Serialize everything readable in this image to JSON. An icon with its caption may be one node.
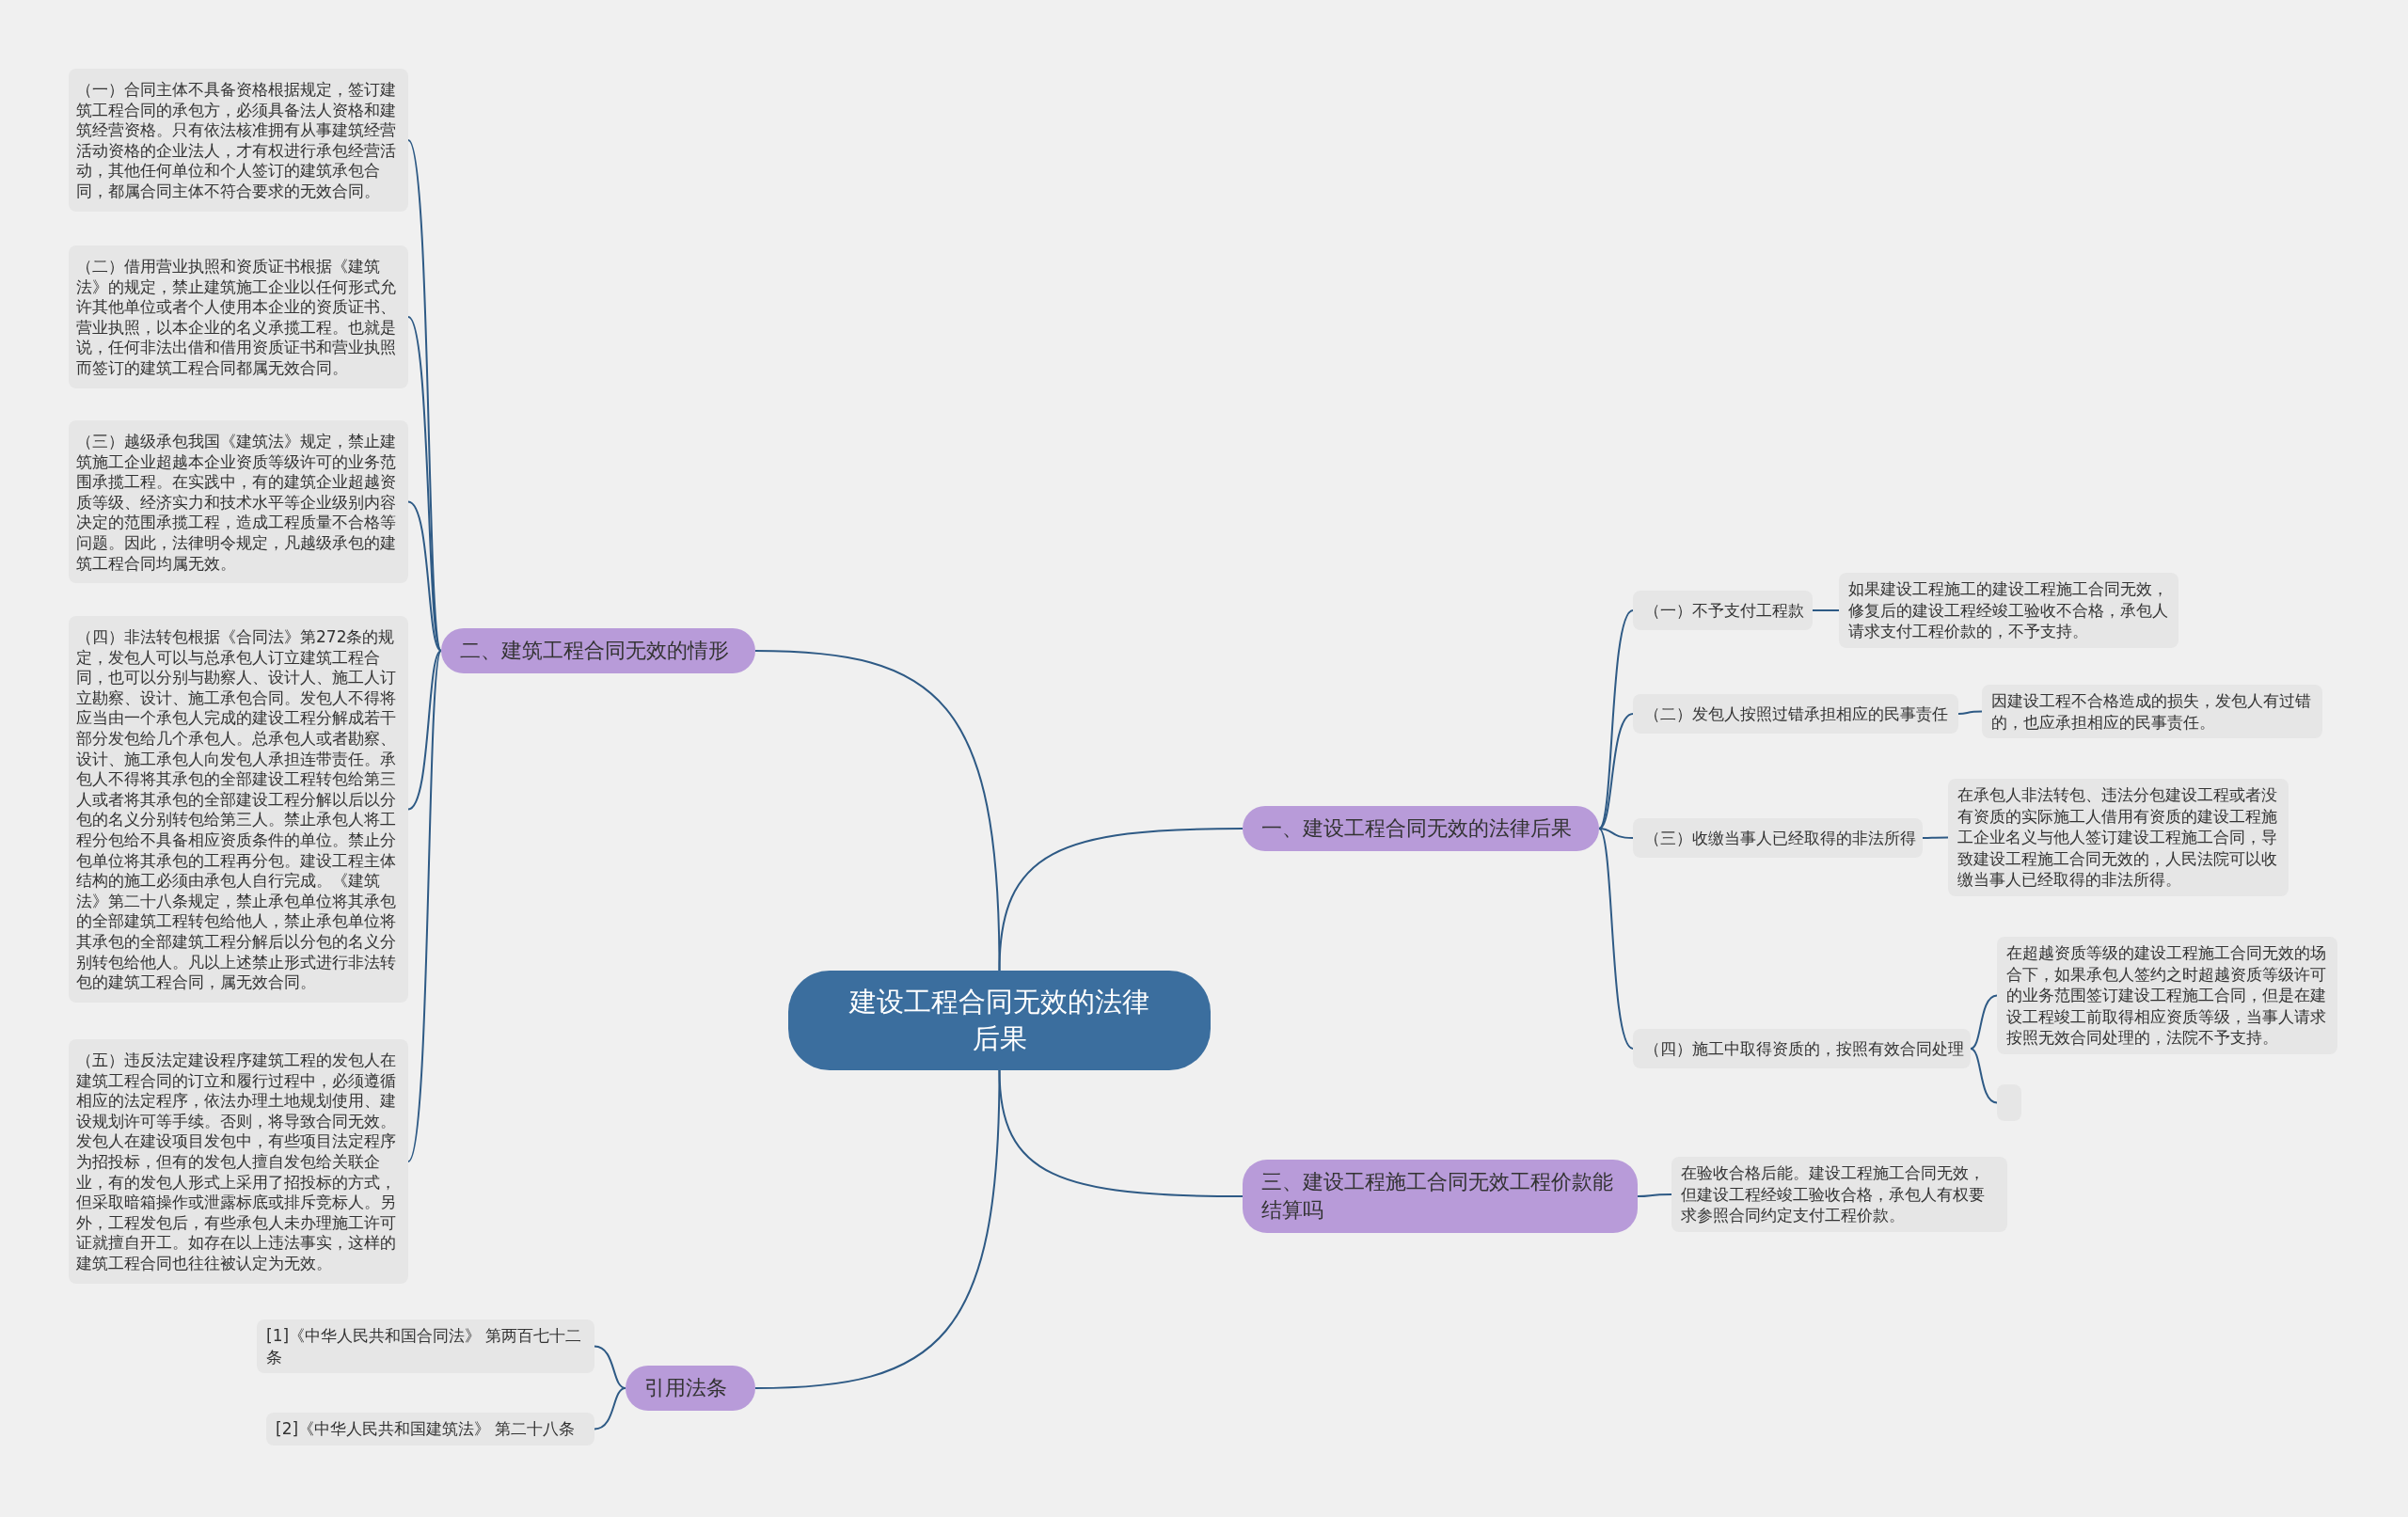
{
  "diagram": {
    "nodes": [
      {
        "text": [
          "建设工程合同无效的法律后果"
        ]
      },
      {
        "text": [
          "一、建设工程合同无效的法律后果"
        ]
      },
      {
        "text": [
          "（一）不予支付工程款"
        ]
      },
      {
        "text": [
          "如果建设工程施工的建设工程施工合同无效，修复后的建设工程经竣工验收不合格，承包人请求支付工程价款的，不予支持。"
        ]
      },
      {
        "text": [
          "（二）发包人按照过错承担相应的民事责任"
        ]
      },
      {
        "text": [
          "因建设工程不合格造成的损失，发包人有过错的，也应承担相应的民事责任。"
        ]
      },
      {
        "text": [
          "（三）收缴当事人已经取得的非法所得"
        ]
      },
      {
        "text": [
          "在承包人非法转包、违法分包建设工程或者没有资质的实际施工人借用有资质的建设工程施工企业名义与他人签订建设工程施工合同，导致建设工程施工合同无效的，人民法院可以收缴当事人已经取得的非法所得。"
        ]
      },
      {
        "text": [
          "（四）施工中取得资质的，按照有效合同处理"
        ]
      },
      {
        "text": [
          "在超越资质等级的建设工程施工合同无效的场合下，如果承包人签约之时超越资质等级许可的业务范围签订建设工程施工合同，但是在建设工程竣工前取得相应资质等级，当事人请求按照无效合同处理的，法院不予支持。"
        ]
      },
      {
        "text": [],
        "shape": "box"
      },
      {
        "text": [
          "三、建设工程施工合同无效工程价款能结算吗"
        ]
      },
      {
        "text": [
          "在验收合格后能。建设工程施工合同无效，但建设工程经竣工验收合格，承包人有权要求参照合同约定支付工程价款。"
        ]
      },
      {
        "text": [
          "二、建筑工程合同无效的情形"
        ]
      },
      {
        "text": [
          "（一）合同主体不具备资格根据规定，签订建筑工程合同的承包方，必须具备法人资格和建筑经营资格。只有依法核准拥有从事建筑经营活动资格的企业法人，才有权进行承包经营活动，其他任何单位和个人签订的建筑承包合同，都属合同主体不符合要求的无效合同。"
        ]
      },
      {
        "text": [
          "（二）借用营业执照和资质证书根据《建筑法》的规定，禁止建筑施工企业以任何形式允许其他单位或者个人使用本企业的资质证书、营业执照，以本企业的名义承揽工程。也就是说，任何非法出借和借用资质证书和营业执照而签订的建筑工程合同都属无效合同。"
        ]
      },
      {
        "text": [
          "（三）越级承包我国《建筑法》规定，禁止建筑施工企业超越本企业资质等级许可的业务范围承揽工程。在实践中，有的建筑企业超越资质等级、经济实力和技术水平等企业级别内容决定的范围承揽工程，造成工程质量不合格等问题。因此，法律明令规定，凡越级承包的建筑工程合同均属无效。"
        ]
      },
      {
        "text": [
          "（四）非法转包根据《合同法》第272条的规定，发包人可以与总承包人订立建筑工程合同，也可以分别与勘察人、设计人、施工人订立勘察、设计、施工承包合同。发包人不得将应当由一个承包人完成的建设工程分解成若干部分发包给几个承包人。总承包人或者勘察、设计、施工承包人向发包人承担连带责任。承包人不得将其承包的全部建设工程转包给第三人或者将其承包的全部建设工程分解以后以分包的名义分别转包给第三人。禁止承包人将工程分包给不具备相应资质条件的单位。禁止分包单位将其承包的工程再分包。建设工程主体结构的施工必须由承包人自行完成。《建筑法》第二十八条规定，禁止承包单位将其承包的全部建筑工程转包给他人，禁止承包单位将其承包的全部建筑工程分解后以分包的名义分别转包给他人。凡以上述禁止形式进行非法转包的建筑工程合同，属无效合同。"
        ]
      },
      {
        "text": [
          "（五）违反法定建设程序建筑工程的发包人在建筑工程合同的订立和履行过程中，必须遵循相应的法定程序，依法办理土地规划使用、建设规划许可等手续。否则，将导致合同无效。发包人在建设项目发包中，有些项目法定程序为招投标，但有的发包人擅自发包给关联企业，有的发包人形式上采用了招投标的方式，但采取暗箱操作或泄露标底或排斥竞标人。另外，工程发包后，有些承包人未办理施工许可证就擅自开工。如存在以上违法事实，这样的建筑工程合同也往往被认定为无效。"
        ]
      },
      {
        "text": [
          "引用法条"
        ]
      },
      {
        "text": [
          "[1]《中华人民共和国合同法》 第两百七十二条"
        ]
      },
      {
        "text": [
          "[2]《中华人民共和国建筑法》 第二十八条"
        ]
      }
    ],
    "edges": [
      {
        "from": 0,
        "to": 1,
        "arrow": "none"
      },
      {
        "from": 1,
        "to": 2,
        "arrow": "none"
      },
      {
        "from": 2,
        "to": 3,
        "arrow": "none"
      },
      {
        "from": 1,
        "to": 4,
        "arrow": "none"
      },
      {
        "from": 4,
        "to": 5,
        "arrow": "none"
      },
      {
        "from": 1,
        "to": 6,
        "arrow": "none"
      },
      {
        "from": 6,
        "to": 7,
        "arrow": "none"
      },
      {
        "from": 1,
        "to": 8,
        "arrow": "none"
      },
      {
        "from": 8,
        "to": 9,
        "arrow": "none"
      },
      {
        "from": 8,
        "to": 10,
        "arrow": "none"
      },
      {
        "from": 0,
        "to": 11,
        "arrow": "none"
      },
      {
        "from": 11,
        "to": 12,
        "arrow": "none"
      },
      {
        "from": 0,
        "to": 13,
        "arrow": "none"
      },
      {
        "from": 13,
        "to": 14,
        "arrow": "none"
      },
      {
        "from": 13,
        "to": 15,
        "arrow": "none"
      },
      {
        "from": 13,
        "to": 16,
        "arrow": "none"
      },
      {
        "from": 13,
        "to": 17,
        "arrow": "none"
      },
      {
        "from": 13,
        "to": 18,
        "arrow": "none"
      },
      {
        "from": 0,
        "to": 19,
        "arrow": "none"
      },
      {
        "from": 19,
        "to": 20,
        "arrow": "none"
      },
      {
        "from": 19,
        "to": 21,
        "arrow": "none"
      }
    ]
  }
}
